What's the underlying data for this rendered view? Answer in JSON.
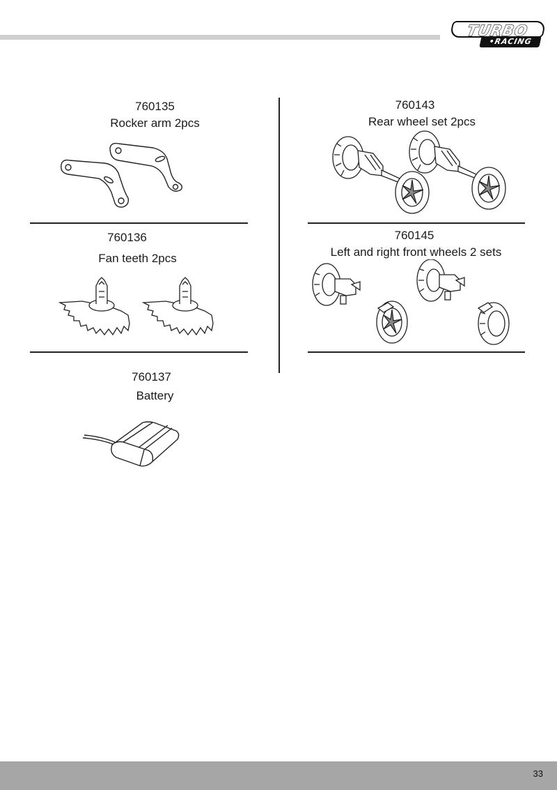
{
  "header": {
    "logo_main": "TURBO",
    "logo_sub": "•RACING"
  },
  "parts": {
    "rocker_arm": {
      "code": "760135",
      "name": "Rocker arm 2pcs"
    },
    "fan_teeth": {
      "code": "760136",
      "name": "Fan teeth 2pcs"
    },
    "battery": {
      "code": "760137",
      "name": "Battery"
    },
    "rear_wheel": {
      "code": "760143",
      "name": "Rear wheel set 2pcs"
    },
    "front_wheels": {
      "code": "760145",
      "name": "Left and right front wheels 2 sets"
    }
  },
  "footer": {
    "page_number": "33"
  }
}
